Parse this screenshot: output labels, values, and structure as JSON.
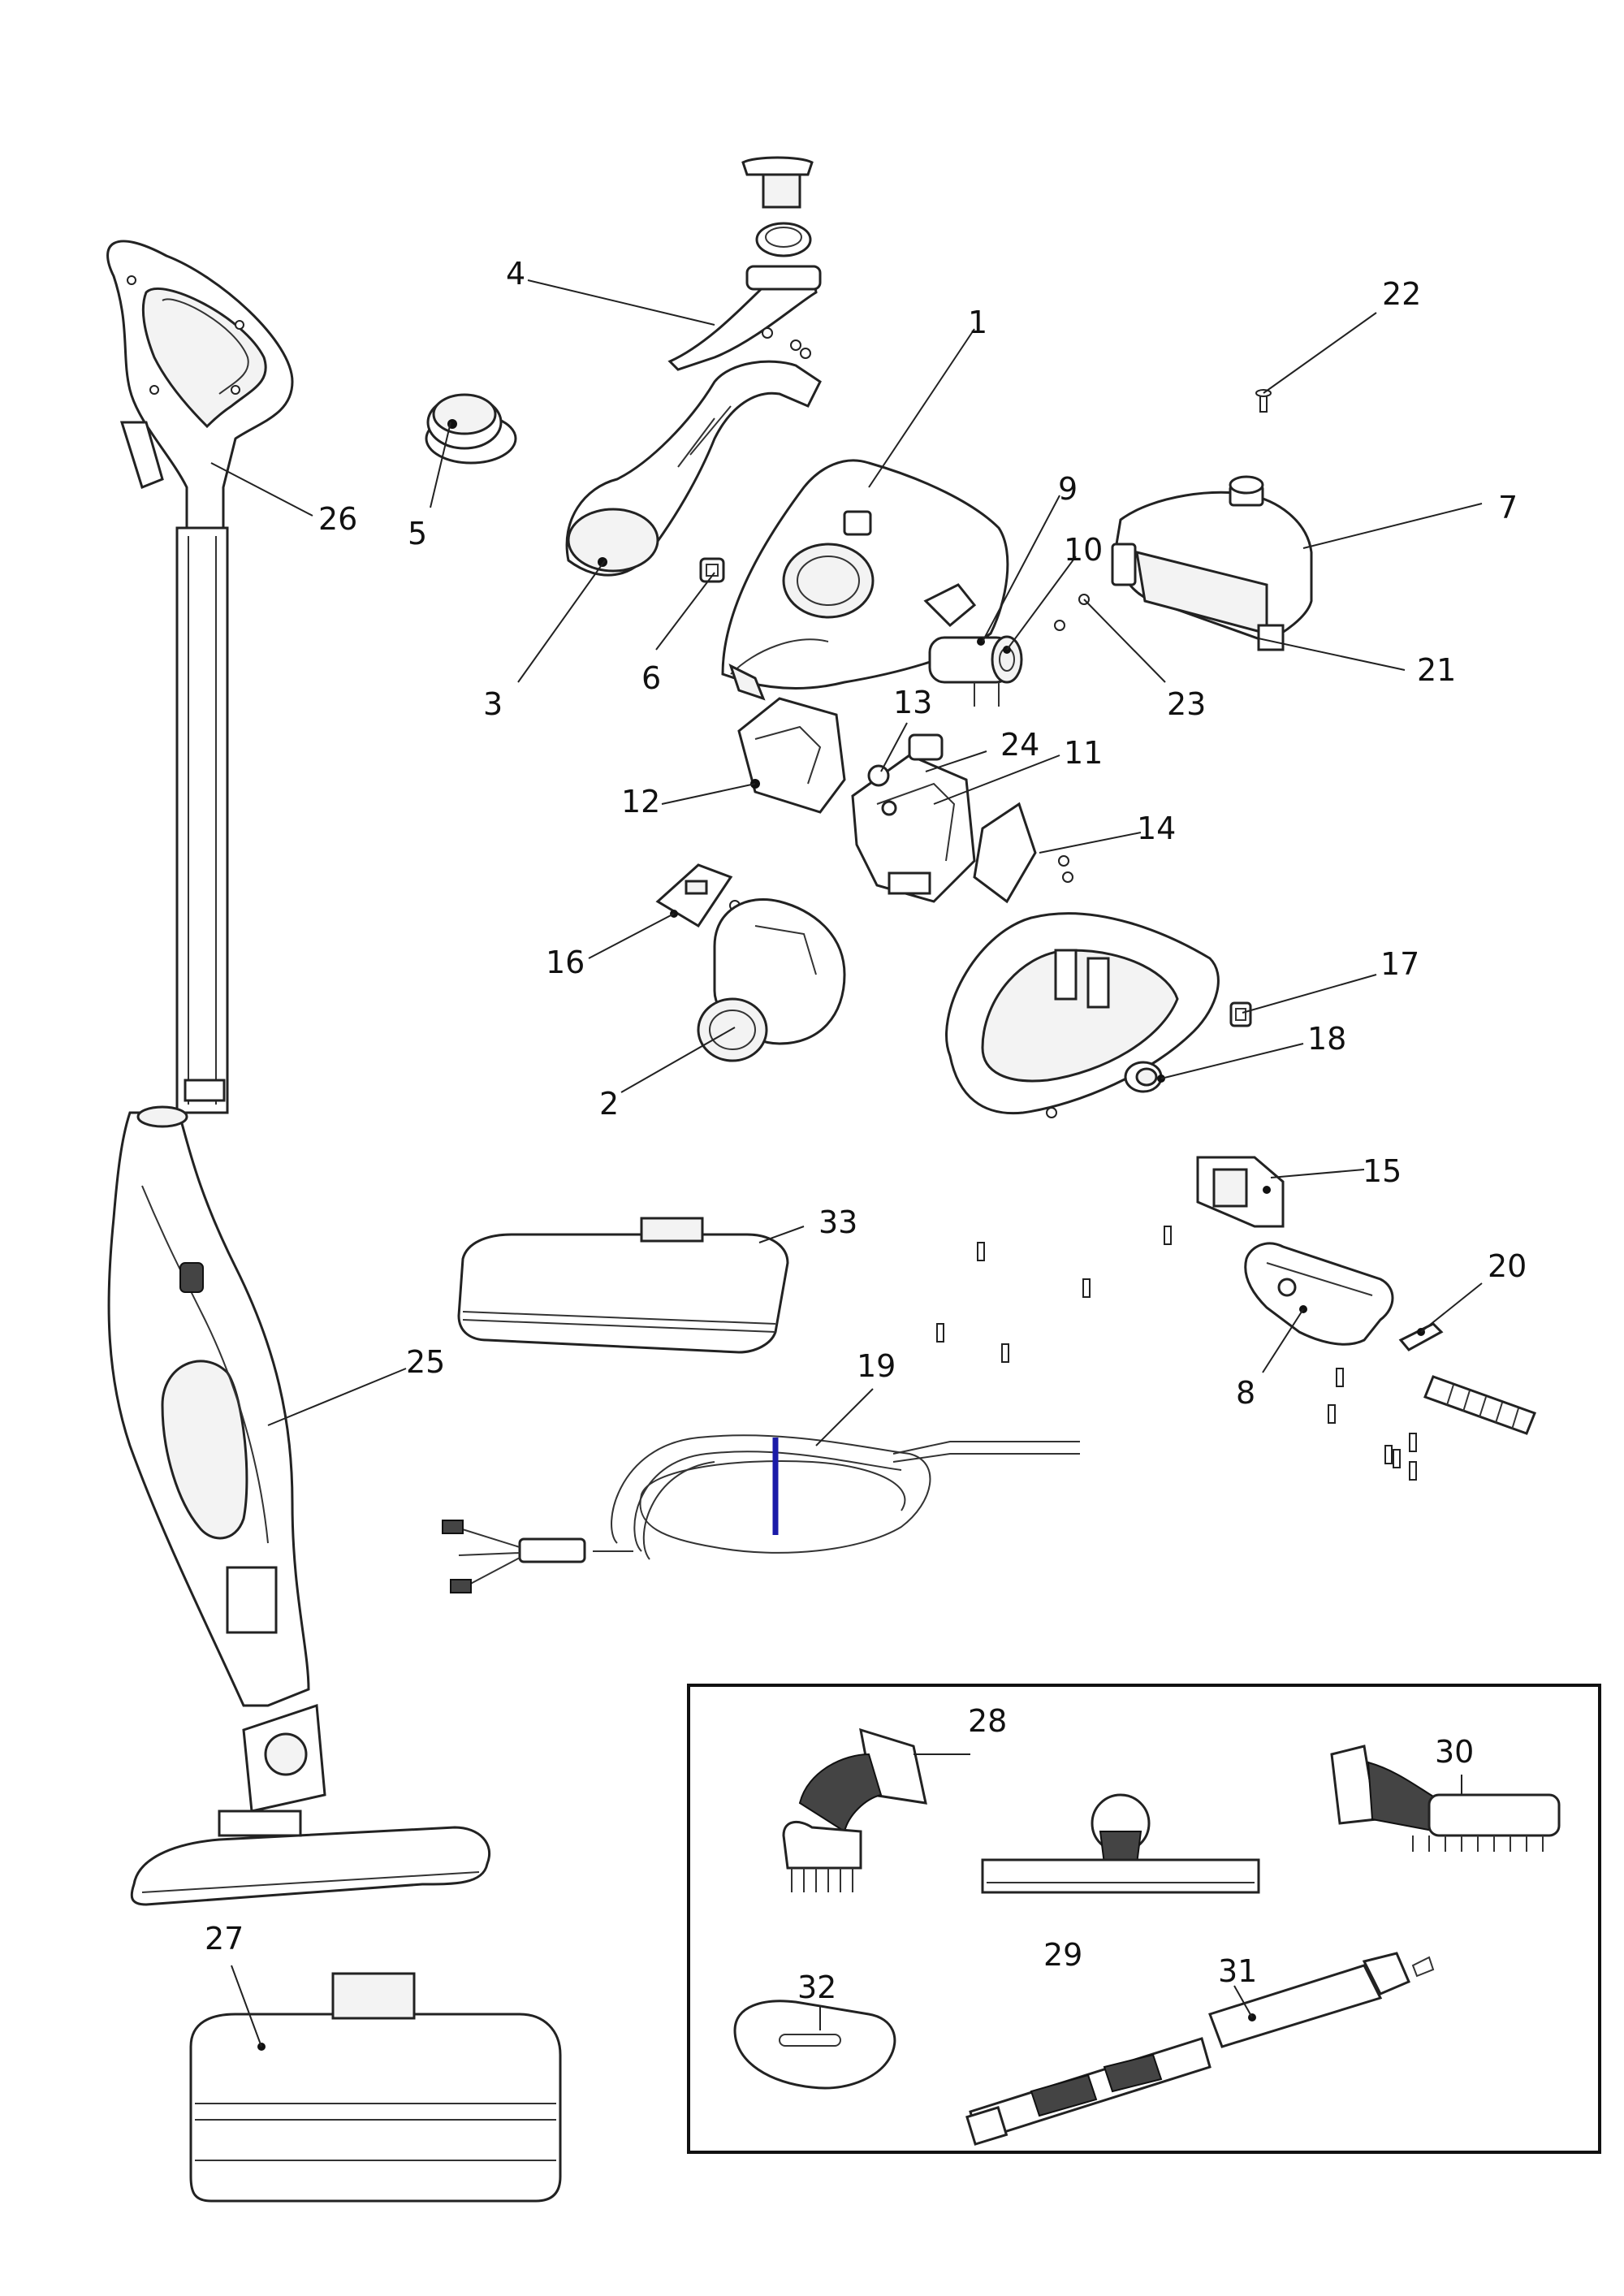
{
  "callouts": [
    {
      "id": "1",
      "label": "1"
    },
    {
      "id": "2",
      "label": "2"
    },
    {
      "id": "3",
      "label": "3"
    },
    {
      "id": "4",
      "label": "4"
    },
    {
      "id": "5",
      "label": "5"
    },
    {
      "id": "6",
      "label": "6"
    },
    {
      "id": "7",
      "label": "7"
    },
    {
      "id": "8",
      "label": "8"
    },
    {
      "id": "9",
      "label": "9"
    },
    {
      "id": "10",
      "label": "10"
    },
    {
      "id": "11",
      "label": "11"
    },
    {
      "id": "12",
      "label": "12"
    },
    {
      "id": "13",
      "label": "13"
    },
    {
      "id": "14",
      "label": "14"
    },
    {
      "id": "15",
      "label": "15"
    },
    {
      "id": "16",
      "label": "16"
    },
    {
      "id": "17",
      "label": "17"
    },
    {
      "id": "18",
      "label": "18"
    },
    {
      "id": "19",
      "label": "19"
    },
    {
      "id": "20",
      "label": "20"
    },
    {
      "id": "21",
      "label": "21"
    },
    {
      "id": "22",
      "label": "22"
    },
    {
      "id": "23",
      "label": "23"
    },
    {
      "id": "24",
      "label": "24"
    },
    {
      "id": "25",
      "label": "25"
    },
    {
      "id": "26",
      "label": "26"
    },
    {
      "id": "27",
      "label": "27"
    },
    {
      "id": "28",
      "label": "28"
    },
    {
      "id": "29",
      "label": "29"
    },
    {
      "id": "30",
      "label": "30"
    },
    {
      "id": "31",
      "label": "31"
    },
    {
      "id": "32",
      "label": "32"
    },
    {
      "id": "33",
      "label": "33"
    }
  ],
  "colors": {
    "line": "#222222",
    "cord_marker": "#1a1aa8",
    "background": "#ffffff"
  }
}
